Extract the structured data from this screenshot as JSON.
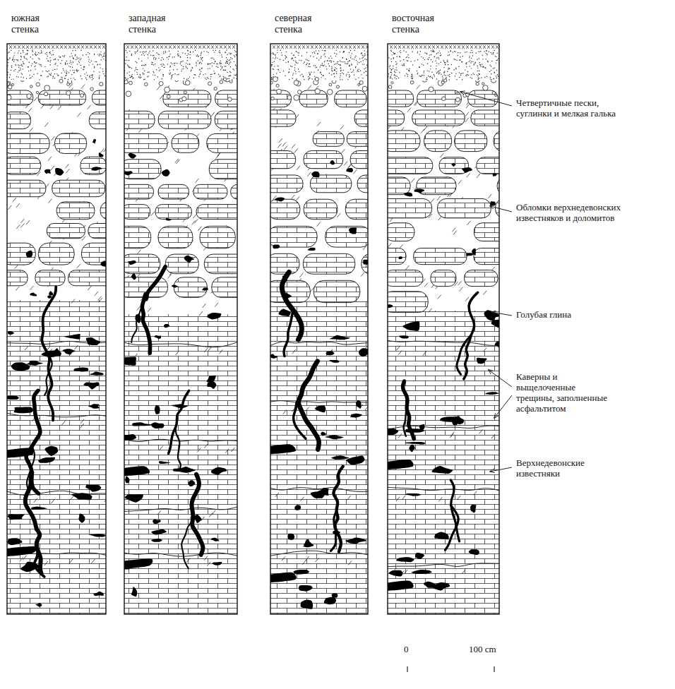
{
  "diagram": {
    "nodes": [
      {
        "text": [
          "южная стенка"
        ]
      },
      {
        "text": [
          "западная стенка"
        ]
      },
      {
        "text": [
          "северная стенка"
        ]
      },
      {
        "text": [
          "восточная стенка"
        ]
      }
    ],
    "labels": [
      "Четвертичные пески, суглинки и мелкая галька",
      "Обломки верхнедевонских известняков и доломитов",
      "Голубая глина",
      "Каверны и выщелоченные трещины, заполненные асфальтитом",
      "Верхнедевонские известняки",
      "0",
      "100 cm"
    ]
  }
}
